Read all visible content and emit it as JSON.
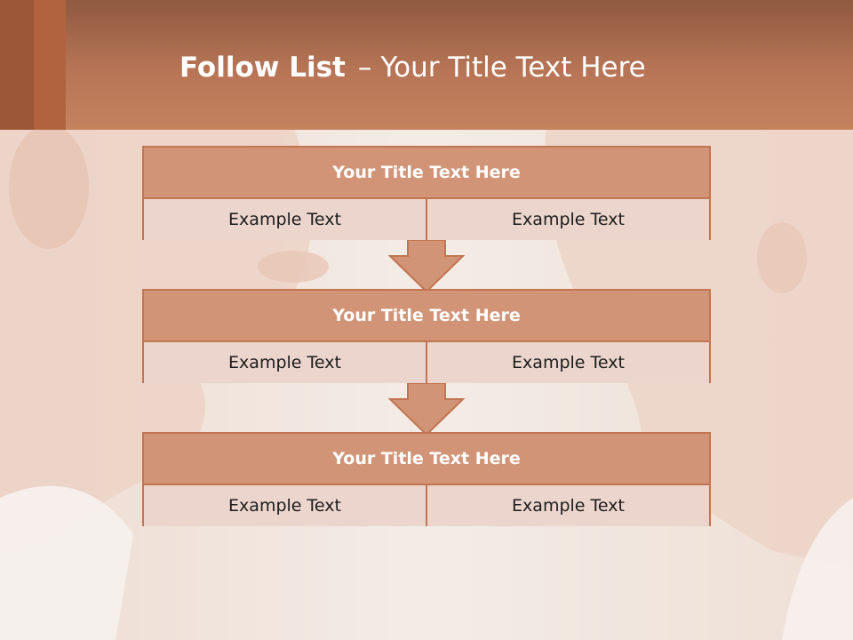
{
  "slide": {
    "title_bold": "Follow List",
    "title_separator": "–",
    "title_rest": "Your Title Text Here"
  },
  "flow": {
    "steps": [
      {
        "heading": "Your Title Text Here",
        "cells": [
          "Example Text",
          "Example Text"
        ]
      },
      {
        "heading": "Your Title Text Here",
        "cells": [
          "Example Text",
          "Example Text"
        ]
      },
      {
        "heading": "Your Title Text Here",
        "cells": [
          "Example Text",
          "Example Text"
        ]
      }
    ]
  },
  "colors": {
    "header": "#c5825f",
    "accent_border": "#c27550",
    "box_heading": "#d19476",
    "box_cell": "#ebd5cc"
  },
  "icons": [
    "down-arrow-icon"
  ]
}
